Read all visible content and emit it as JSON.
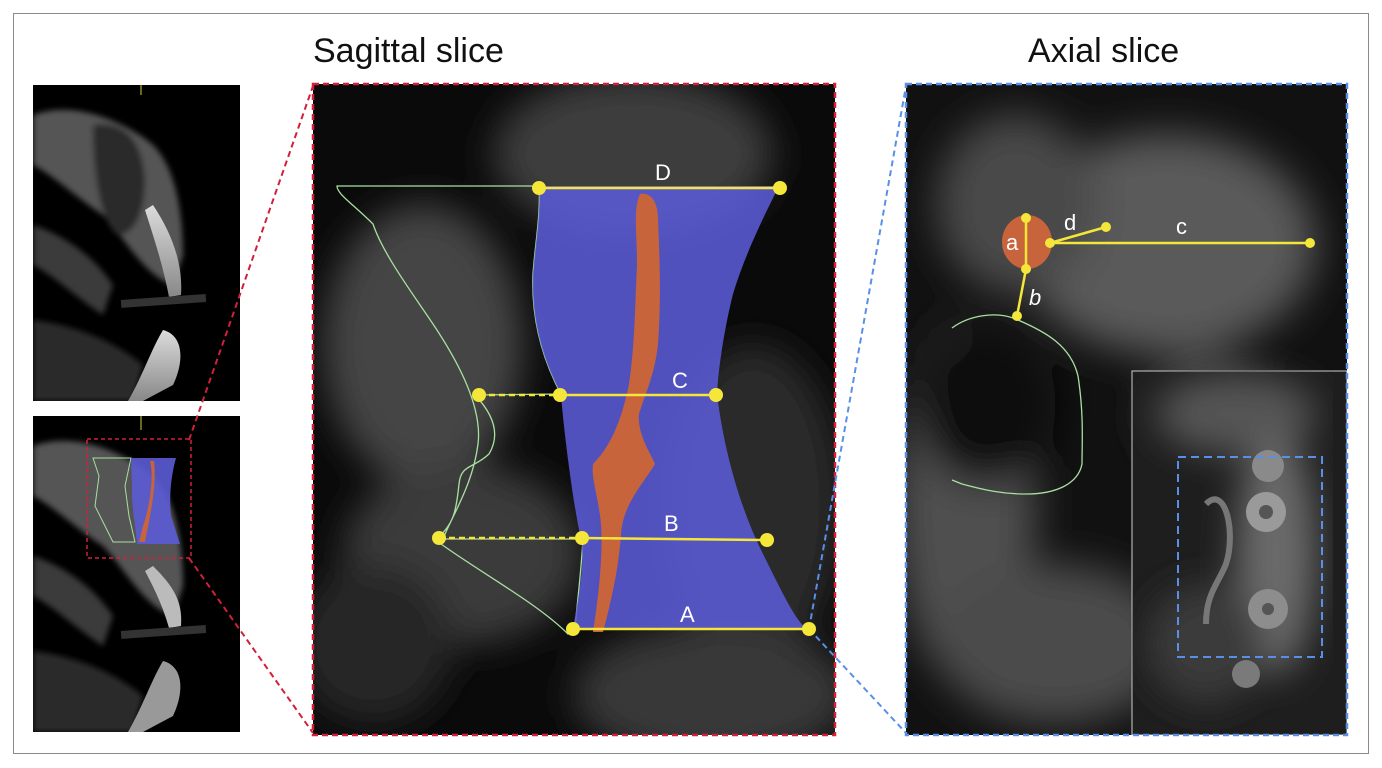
{
  "figure": {
    "titles": {
      "sagittal": "Sagittal slice",
      "axial": "Axial slice"
    },
    "sagittal_labels": {
      "a": "A",
      "b": "B",
      "c": "C",
      "d": "D"
    },
    "axial_labels": {
      "a": "a",
      "b": "b",
      "c": "c",
      "d": "d"
    },
    "colors": {
      "airway_fill": "#5b5bd6",
      "soft_tissue_fill": "#c8643c",
      "measure_line": "#f5e63a",
      "outline": "#a8e0a0",
      "sagittal_frame": "#d0203a",
      "axial_frame": "#5a8fe8"
    }
  }
}
